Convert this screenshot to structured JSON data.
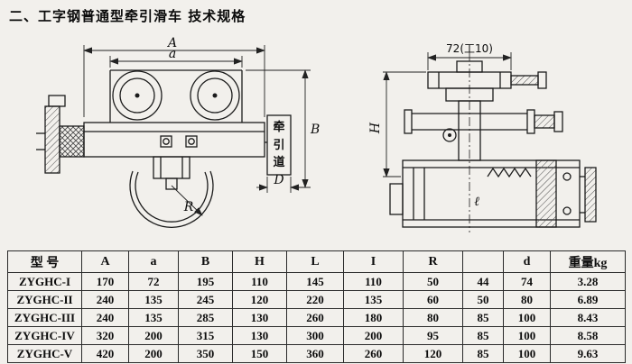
{
  "page": {
    "title": "二、工字钢普通型牵引滑车 技术规格"
  },
  "drawings": {
    "front_view": {
      "dim_A": "A",
      "dim_a": "a",
      "dim_B": "B",
      "dim_D": "D",
      "dim_R": "R",
      "channel_label": "牵引道"
    },
    "side_view": {
      "dim_top": "72(工10)",
      "dim_H": "H",
      "dim_l": "ℓ"
    }
  },
  "table": {
    "headers": [
      "型 号",
      "A",
      "a",
      "B",
      "H",
      "L",
      "I",
      "R",
      "",
      "d",
      "重量kg"
    ],
    "rows": [
      {
        "model": "ZYGHC-I",
        "values": [
          "170",
          "72",
          "195",
          "110",
          "145",
          "110",
          "50",
          "44",
          "74",
          "3.28"
        ]
      },
      {
        "model": "ZYGHC-II",
        "values": [
          "240",
          "135",
          "245",
          "120",
          "220",
          "135",
          "60",
          "50",
          "80",
          "6.89"
        ]
      },
      {
        "model": "ZYGHC-III",
        "values": [
          "240",
          "135",
          "285",
          "130",
          "260",
          "180",
          "80",
          "85",
          "100",
          "8.43"
        ]
      },
      {
        "model": "ZYGHC-IV",
        "values": [
          "320",
          "200",
          "315",
          "130",
          "300",
          "200",
          "95",
          "85",
          "100",
          "8.58"
        ]
      },
      {
        "model": "ZYGHC-V",
        "values": [
          "420",
          "200",
          "350",
          "150",
          "360",
          "260",
          "120",
          "85",
          "100",
          "9.63"
        ]
      }
    ]
  }
}
